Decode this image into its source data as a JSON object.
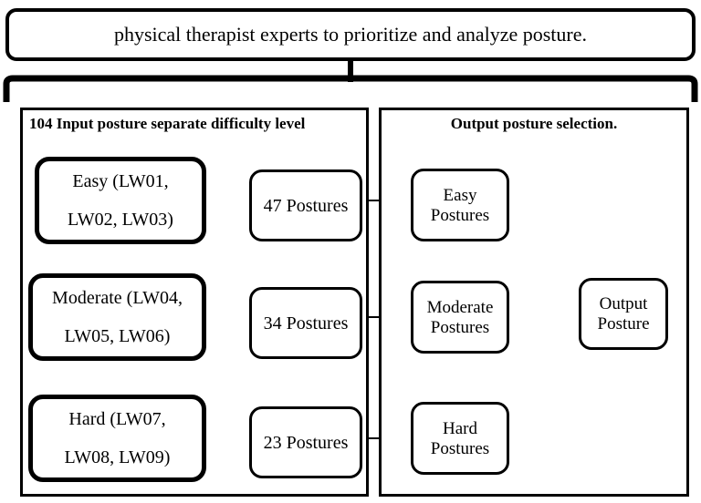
{
  "banner": {
    "text": "physical therapist experts to prioritize and analyze posture."
  },
  "left_panel": {
    "title": "104 Input posture separate difficulty level",
    "difficulty_boxes": [
      {
        "line1": "Easy (LW01,",
        "line2": "LW02, LW03)"
      },
      {
        "line1": "Moderate (LW04,",
        "line2": "LW05, LW06)"
      },
      {
        "line1": "Hard (LW07,",
        "line2": "LW08, LW09)"
      }
    ],
    "posture_counts": [
      {
        "label": "47 Postures"
      },
      {
        "label": "34 Postures"
      },
      {
        "label": "23 Postures"
      }
    ]
  },
  "right_panel": {
    "title": "Output posture selection.",
    "category_boxes": [
      {
        "line1": "Easy",
        "line2": "Postures"
      },
      {
        "line1": "Moderate",
        "line2": "Postures"
      },
      {
        "line1": "Hard",
        "line2": "Postures"
      }
    ],
    "final_box": {
      "line1": "Output",
      "line2": "Posture"
    }
  },
  "colors": {
    "stroke": "#000000",
    "background": "#ffffff"
  }
}
